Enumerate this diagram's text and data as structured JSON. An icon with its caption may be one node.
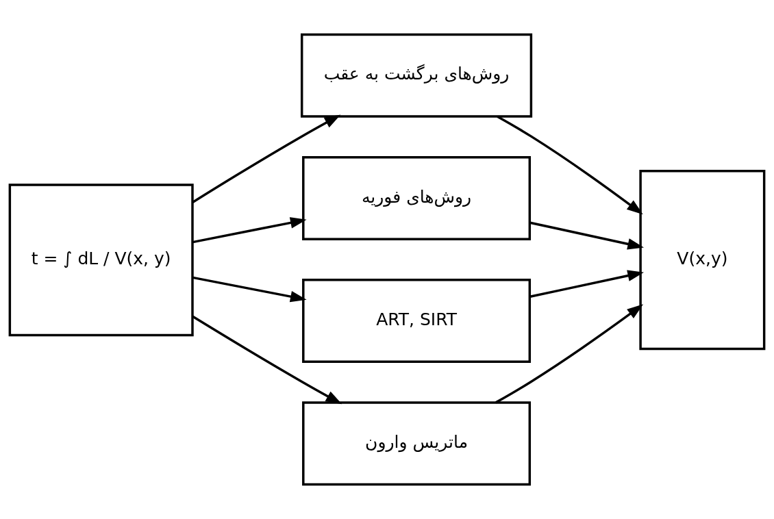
{
  "diagram": {
    "nodes": [
      {
        "text": [
          "t = ∫ dL / V(x, y)"
        ]
      },
      {
        "text": [
          "روش‌های برگشت به عقب"
        ]
      },
      {
        "text": [
          "روش‌های فوریه"
        ]
      },
      {
        "text": [
          "ART, SIRT"
        ]
      },
      {
        "text": [
          "ماتریس وارون"
        ]
      },
      {
        "text": [
          "V(x,y)"
        ]
      }
    ],
    "edges": [
      {
        "from": 0,
        "to": 1,
        "arrow": "to"
      },
      {
        "from": 0,
        "to": 2,
        "arrow": "to"
      },
      {
        "from": 0,
        "to": 3,
        "arrow": "to"
      },
      {
        "from": 0,
        "to": 4,
        "arrow": "to"
      },
      {
        "from": 1,
        "to": 5,
        "arrow": "to"
      },
      {
        "from": 2,
        "to": 5,
        "arrow": "to"
      },
      {
        "from": 3,
        "to": 5,
        "arrow": "to"
      },
      {
        "from": 4,
        "to": 5,
        "arrow": "to"
      }
    ]
  }
}
